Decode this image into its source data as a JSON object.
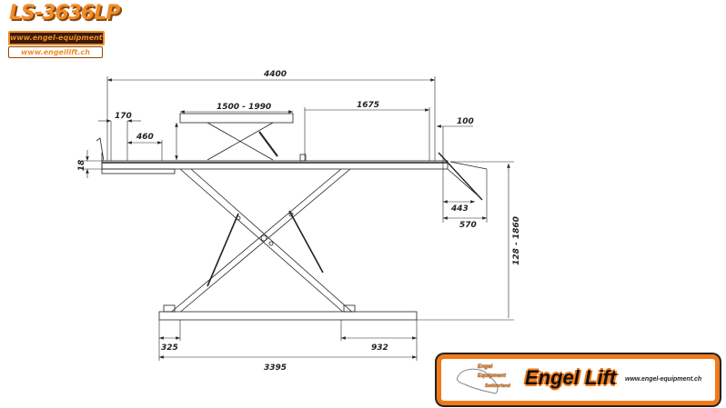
{
  "header": {
    "model": "LS-3636LP",
    "website_primary": "www.engel-equipment.com",
    "website_secondary": "www.engellift.ch"
  },
  "dimensions": {
    "total_length": "4400",
    "table_length": "1500 - 1990",
    "rear_section": "1675",
    "front_overhang": "170",
    "front_section": "460",
    "platform_thickness": "18",
    "ramp_offset": "100",
    "ramp_inner": "443",
    "ramp_outer": "570",
    "height_range": "128 - 1860",
    "base_front": "325",
    "base_rear": "932",
    "base_length": "3395"
  },
  "banner": {
    "brand": "Engel Lift",
    "logo_text": [
      "Engel",
      "Equipment",
      "Switzerland"
    ],
    "website": "www.engel-equipment.ch",
    "accent_color": "#f07a1a"
  }
}
